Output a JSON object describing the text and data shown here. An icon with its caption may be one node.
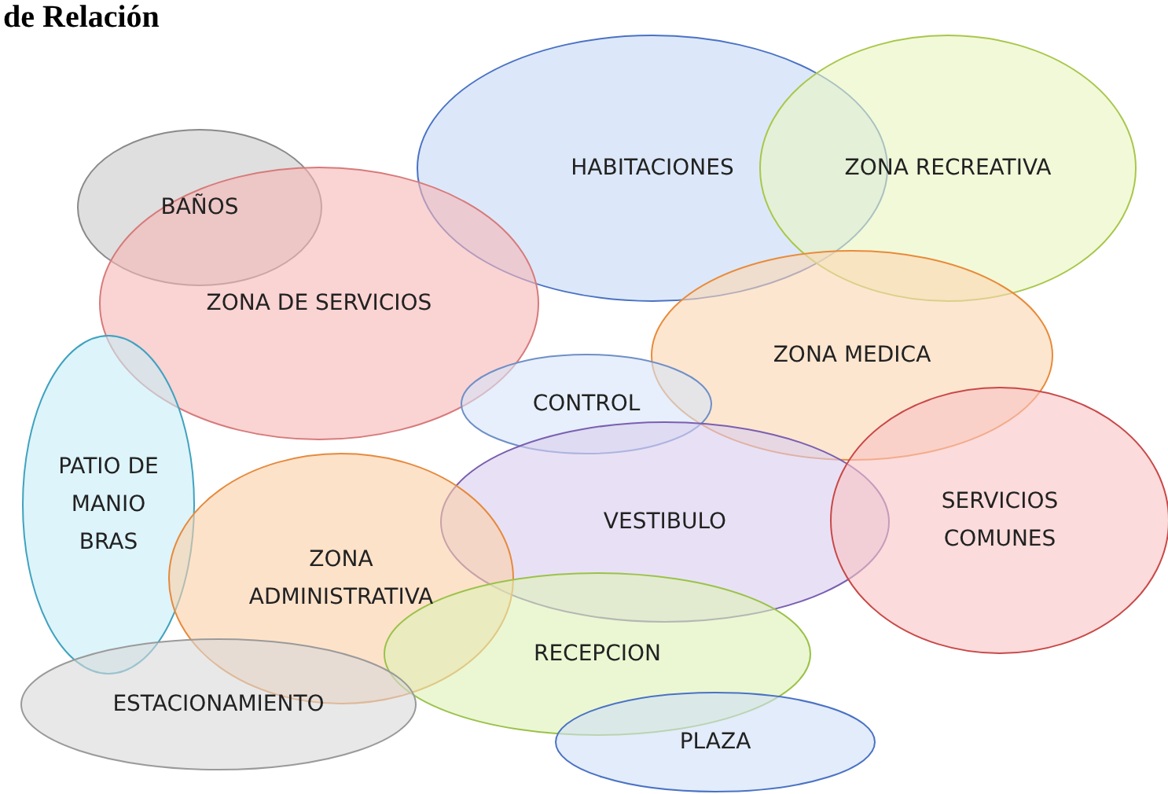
{
  "diagram": {
    "title": "de Relación",
    "nodes": [
      {
        "text": [
          "HABITACIONES"
        ]
      },
      {
        "text": [
          "ZONA RECREATIVA"
        ]
      },
      {
        "text": [
          "BAÑOS"
        ]
      },
      {
        "text": [
          "ZONA DE SERVICIOS"
        ]
      },
      {
        "text": [
          "ZONA MEDICA"
        ]
      },
      {
        "text": [
          "CONTROL"
        ]
      },
      {
        "text": [
          "PATIO DE MANIO BRAS"
        ]
      },
      {
        "text": [
          "VESTIBULO"
        ]
      },
      {
        "text": [
          "SERVICIOS COMUNES"
        ]
      },
      {
        "text": [
          "ZONA ADMINISTRATIVA"
        ]
      },
      {
        "text": [
          "RECEPCION"
        ]
      },
      {
        "text": [
          "ESTACIONAMIENTO"
        ]
      },
      {
        "text": [
          "PLAZA"
        ]
      }
    ],
    "edges": []
  }
}
